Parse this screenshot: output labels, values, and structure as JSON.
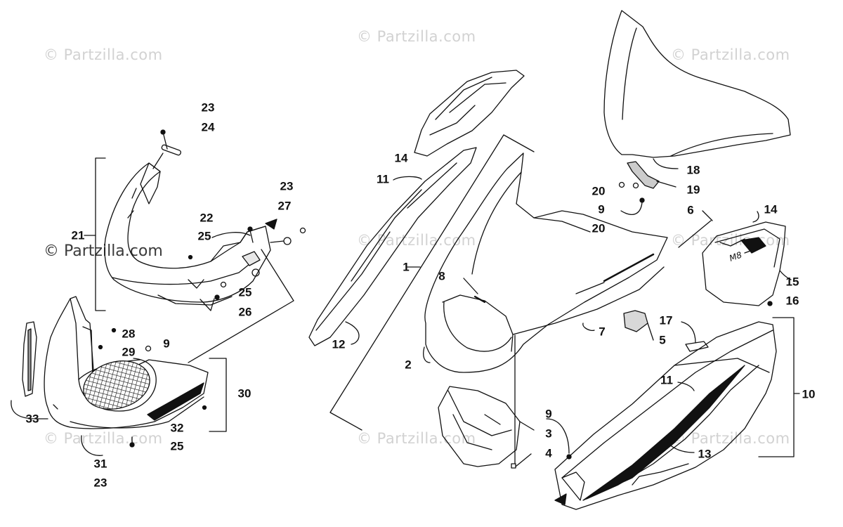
{
  "watermark": {
    "text": "© Partzilla.com"
  },
  "callouts": {
    "c23a": "23",
    "c24": "24",
    "c21": "21",
    "c22": "22",
    "c25a": "25",
    "c23b": "23",
    "c27": "27",
    "c25b": "25",
    "c26": "26",
    "c28": "28",
    "c29": "29",
    "c9a": "9",
    "c30": "30",
    "c33": "33",
    "c32": "32",
    "c25c": "25",
    "c31": "31",
    "c23c": "23",
    "c14a": "14",
    "c11a": "11",
    "c1": "1",
    "c8": "8",
    "c12": "12",
    "c2": "2",
    "c7": "7",
    "c5": "5",
    "c3": "3",
    "c4": "4",
    "c9b": "9",
    "c18": "18",
    "c19": "19",
    "c20a": "20",
    "c9c": "9",
    "c20b": "20",
    "c6": "6",
    "c14b": "14",
    "c15": "15",
    "c16": "16",
    "c17": "17",
    "c10": "10",
    "c11b": "11",
    "c13": "13"
  },
  "decal_text": "M8"
}
